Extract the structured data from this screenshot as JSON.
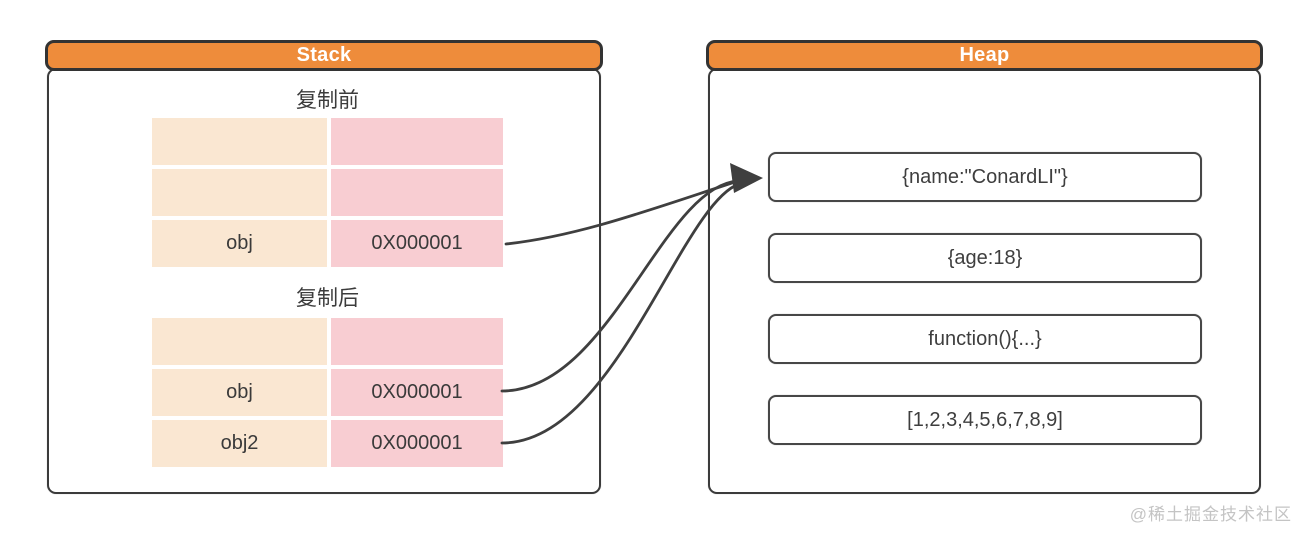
{
  "diagram": {
    "stack": {
      "title": "Stack",
      "before": {
        "label": "复制前",
        "rows": [
          {
            "name": "",
            "addr": ""
          },
          {
            "name": "",
            "addr": ""
          },
          {
            "name": "obj",
            "addr": "0X000001"
          }
        ]
      },
      "after": {
        "label": "复制后",
        "rows": [
          {
            "name": "",
            "addr": ""
          },
          {
            "name": "obj",
            "addr": "0X000001"
          },
          {
            "name": "obj2",
            "addr": "0X000001"
          }
        ]
      }
    },
    "heap": {
      "title": "Heap",
      "items": [
        "{name:\"ConardLI\"}",
        "{age:18}",
        "function(){...}",
        "[1,2,3,4,5,6,7,8,9]"
      ]
    },
    "arrows": [
      {
        "from": "stack.before.row.obj.addr",
        "to": "heap.item.0"
      },
      {
        "from": "stack.after.row.obj.addr",
        "to": "heap.item.0"
      },
      {
        "from": "stack.after.row.obj2.addr",
        "to": "heap.item.0"
      }
    ],
    "colors": {
      "header_bg": "#EE8C3B",
      "header_text": "#FFFFFF",
      "name_cell_bg": "#FAE7D2",
      "addr_cell_bg": "#F8CDD2",
      "panel_border": "#3B3B3B",
      "heap_item_border": "#474747",
      "arrow": "#3F3F3F",
      "text": "#3A3A3A",
      "watermark": "#C4C4C4"
    },
    "watermark": "@稀土掘金技术社区"
  }
}
